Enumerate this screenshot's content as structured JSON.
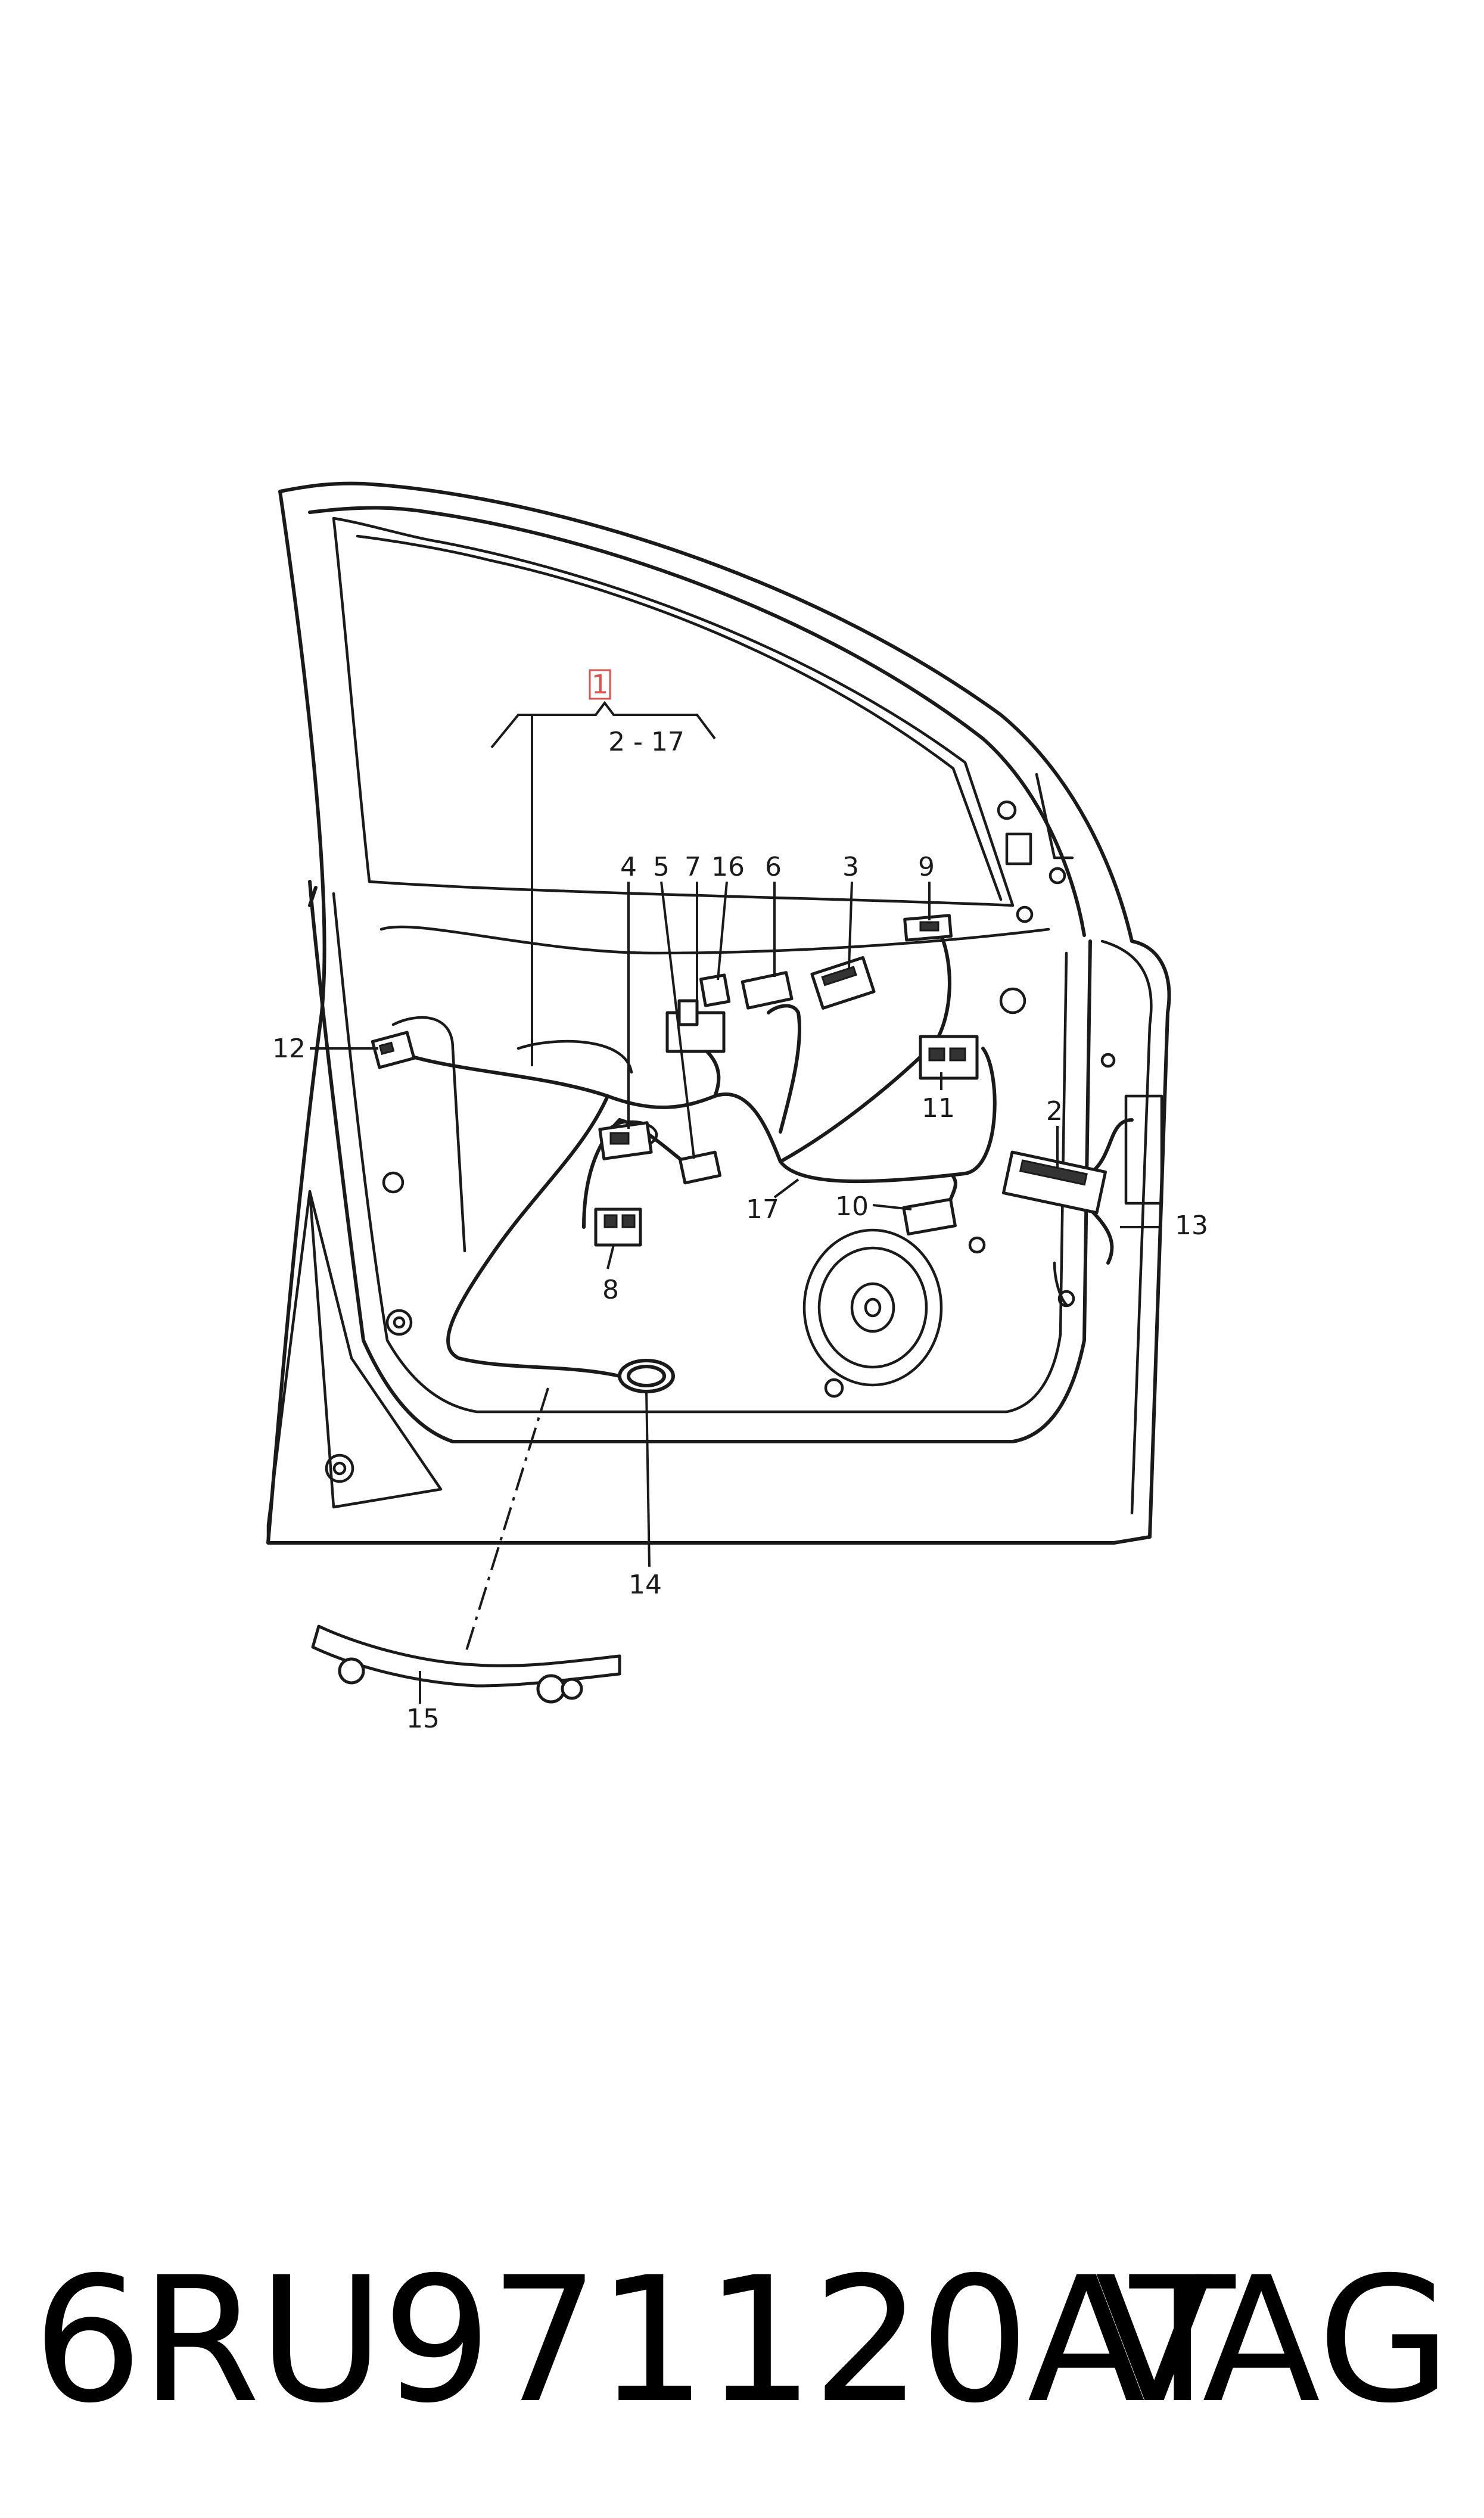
{
  "diagram": {
    "main_callout": "1",
    "range_label": "2 - 17",
    "callouts": {
      "c2": "2",
      "c3": "3",
      "c4": "4",
      "c5": "5",
      "c6": "6",
      "c7": "7",
      "c8": "8",
      "c9": "9",
      "c10": "10",
      "c11": "11",
      "c12": "12",
      "c13": "13",
      "c14": "14",
      "c15": "15",
      "c16": "16",
      "c17": "17"
    },
    "highlight_color": "#d9534f"
  },
  "footer": {
    "part_number": "6RU971120AT",
    "brand": "VAG"
  }
}
